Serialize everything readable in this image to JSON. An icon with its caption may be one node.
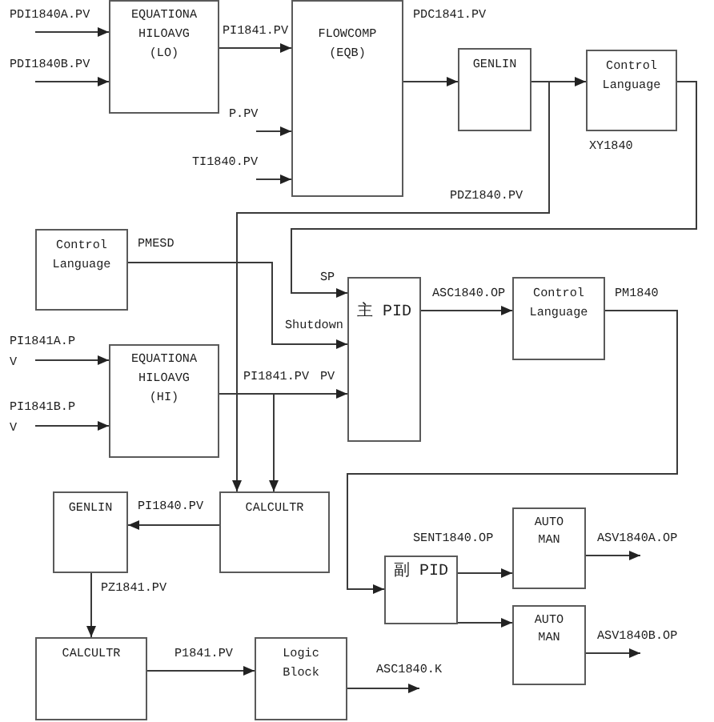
{
  "diagram": {
    "nodes": [
      {
        "text": [
          "EQUATIONA HILOAVG (LO)"
        ]
      },
      {
        "text": [
          "FLOWCOMP (EQB)"
        ],
        "beside": [
          "PDC1841.PV"
        ]
      },
      {
        "text": [
          "GENLIN"
        ]
      },
      {
        "text": [
          "Control Language"
        ],
        "beside": [
          "XY1840"
        ]
      },
      {
        "text": [
          "Control Language"
        ]
      },
      {
        "text": [
          "主 PID"
        ],
        "beside": [
          "SP",
          "Shutdown",
          "PV"
        ]
      },
      {
        "text": [
          "Control Language"
        ]
      },
      {
        "text": [
          "EQUATIONA HILOAVG (HI)"
        ]
      },
      {
        "text": [
          "GENLIN"
        ]
      },
      {
        "text": [
          "CALCULTR"
        ]
      },
      {
        "text": [
          "副 PID"
        ]
      },
      {
        "text": [
          "AUTO MAN"
        ]
      },
      {
        "text": [
          "AUTO MAN"
        ]
      },
      {
        "text": [
          "CALCULTR"
        ]
      },
      {
        "text": [
          "Logic Block"
        ]
      }
    ],
    "edges": [
      {
        "from": null,
        "to": 0,
        "arrow": "to",
        "label": "PDI1840A.PV"
      },
      {
        "from": null,
        "to": 0,
        "arrow": "to",
        "label": "PDI1840B.PV"
      },
      {
        "from": 0,
        "to": 1,
        "arrow": "to",
        "label": "PI1841.PV"
      },
      {
        "from": null,
        "to": 1,
        "arrow": "to",
        "label": "P.PV"
      },
      {
        "from": null,
        "to": 1,
        "arrow": "to",
        "label": "TI1840.PV"
      },
      {
        "from": 1,
        "to": 2,
        "arrow": "to"
      },
      {
        "from": 2,
        "to": 3,
        "arrow": "to"
      },
      {
        "from": 2,
        "to": 9,
        "arrow": "to",
        "label": "PDZ1840.PV"
      },
      {
        "from": 3,
        "to": 5,
        "arrow": "to"
      },
      {
        "from": 4,
        "to": 5,
        "arrow": "to",
        "label": "PMESD"
      },
      {
        "from": null,
        "to": 7,
        "arrow": "to",
        "label": "PI1841A.PV"
      },
      {
        "from": null,
        "to": 7,
        "arrow": "to",
        "label": "PI1841B.PV"
      },
      {
        "from": 7,
        "to": 5,
        "arrow": "to",
        "label": "PI1841.PV"
      },
      {
        "from": 7,
        "to": 9,
        "arrow": "to"
      },
      {
        "from": 5,
        "to": 6,
        "arrow": "to",
        "label": "ASC1840.OP"
      },
      {
        "from": 6,
        "to": 10,
        "arrow": "to",
        "label": "PM1840"
      },
      {
        "from": 9,
        "to": 8,
        "arrow": "to",
        "label": "PI1840.PV"
      },
      {
        "from": 8,
        "to": 13,
        "arrow": "to",
        "label": "PZ1841.PV"
      },
      {
        "from": 13,
        "to": 14,
        "arrow": "to",
        "label": "P1841.PV"
      },
      {
        "from": 14,
        "to": null,
        "arrow": "to",
        "label": "ASC1840.K"
      },
      {
        "from": 10,
        "to": 11,
        "arrow": "to",
        "label": "SENT1840.OP"
      },
      {
        "from": 10,
        "to": 12,
        "arrow": "to"
      },
      {
        "from": 11,
        "to": null,
        "arrow": "to",
        "label": "ASV1840A.OP"
      },
      {
        "from": 12,
        "to": null,
        "arrow": "to",
        "label": "ASV1840B.OP"
      }
    ]
  }
}
